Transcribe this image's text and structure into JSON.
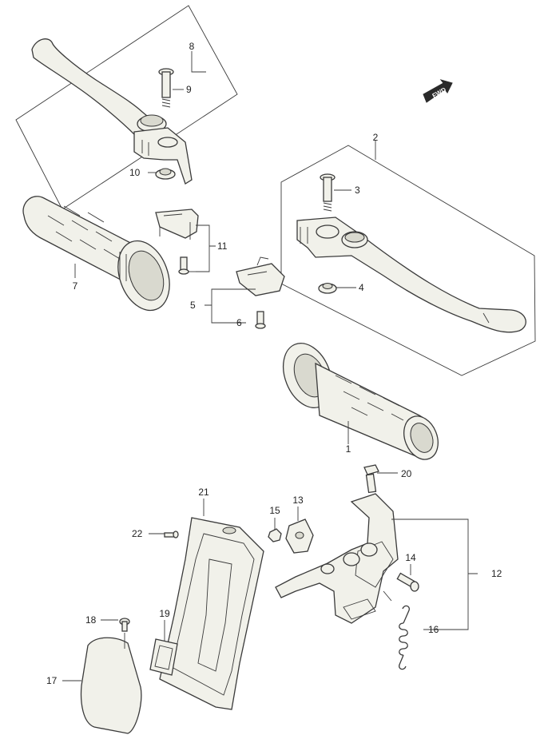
{
  "diagram": {
    "fwd_label": "FWD",
    "colors": {
      "line": "#3a3a3a",
      "fill": "#f1f1ea",
      "background": "#ffffff"
    },
    "callouts": {
      "c1": "1",
      "c2": "2",
      "c3": "3",
      "c4": "4",
      "c5": "5",
      "c6": "6",
      "c7": "7",
      "c8": "8",
      "c9": "9",
      "c10": "10",
      "c11": "11",
      "c12": "12",
      "c13": "13",
      "c14": "14",
      "c15": "15",
      "c16": "16",
      "c17": "17",
      "c18": "18",
      "c19": "19",
      "c20": "20",
      "c21": "21",
      "c22": "22"
    }
  }
}
